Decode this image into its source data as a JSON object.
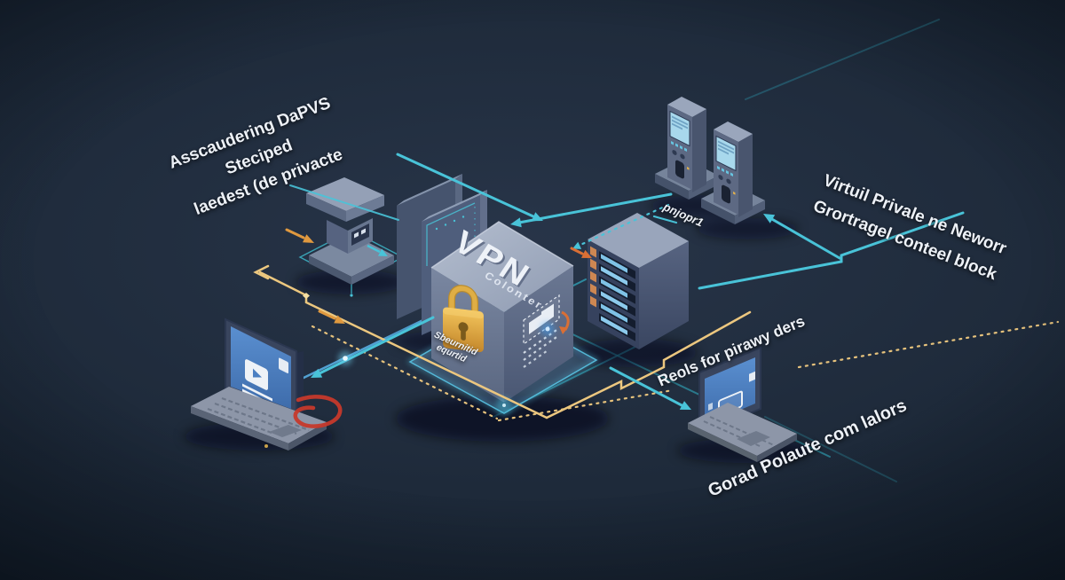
{
  "scene": {
    "description": "Isometric VPN network illustration",
    "vpn_box": {
      "title": "VPN",
      "subtitle": "Colonter"
    },
    "labels": {
      "top_left": {
        "line1": "Asscaudering DaPVS",
        "line2": "Steciped",
        "line3": "laedest (de privacte"
      },
      "server_tag": "pnjopr1",
      "right": {
        "line1": "Virtuil Privale ne Neworr",
        "line2": "Grortragel conteel block"
      },
      "rules": "Reols for pirawy ders",
      "bottom_right": "Gorad Polaute com lalors",
      "under_box": {
        "line1": "Sbeurnitid",
        "line2": "equrtid"
      }
    },
    "colors": {
      "background": "#1e2a3a",
      "teal": "#49c3d8",
      "yellow": "#ecc77f",
      "orange": "#e0993f",
      "red_cable": "#c6392b",
      "gold_lock": "#e2a93e",
      "screen_blue": "#4b7fc2",
      "text": "#edf1f7"
    }
  }
}
